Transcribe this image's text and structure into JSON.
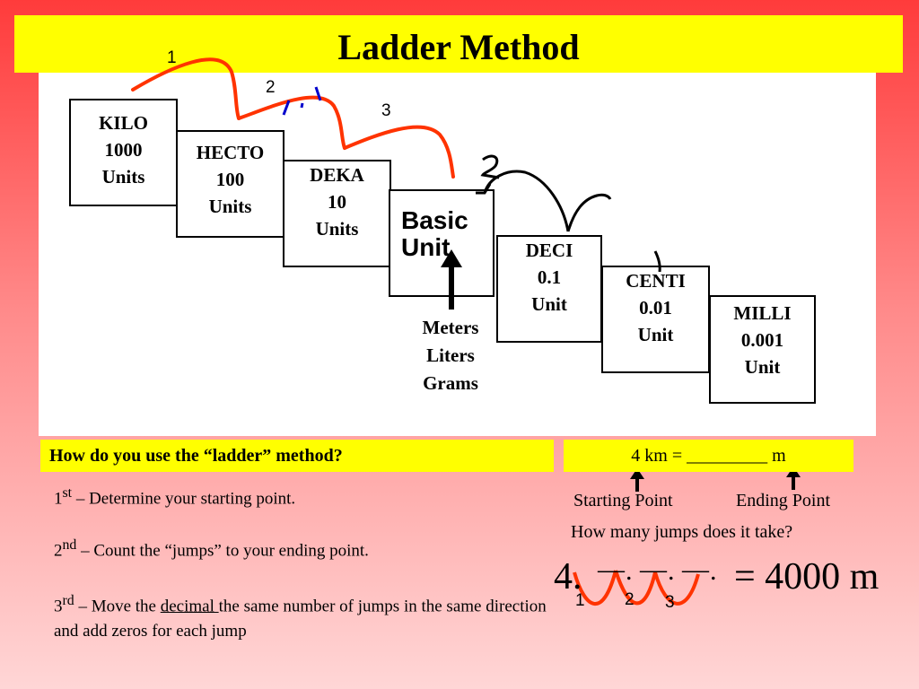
{
  "title": "Ladder Method",
  "steps": [
    {
      "prefix": "KILO",
      "value": "1000",
      "unit": "Units"
    },
    {
      "prefix": "HECTO",
      "value": "100",
      "unit": "Units"
    },
    {
      "prefix": "DEKA",
      "value": "10",
      "unit": "Units"
    },
    {
      "prefix": "DECI",
      "value": "0.1",
      "unit": "Unit"
    },
    {
      "prefix": "CENTI",
      "value": "0.01",
      "unit": "Unit"
    },
    {
      "prefix": "MILLI",
      "value": "0.001",
      "unit": "Unit"
    }
  ],
  "basic_unit": {
    "line1": "Basic",
    "line2": "Unit"
  },
  "base_units": [
    "Meters",
    "Liters",
    "Grams"
  ],
  "jump_numbers": [
    "1",
    "2",
    "3"
  ],
  "question": "How do you use the “ladder” method?",
  "problem": "4 km = _________ m",
  "instructions": {
    "step1": {
      "num": "1",
      "sup": "st",
      "text": " – Determine your starting point."
    },
    "step2": {
      "num": "2",
      "sup": "nd",
      "text": " – Count the “jumps” to your ending point."
    },
    "step3": {
      "num": "3",
      "sup": "rd",
      "pre": " – Move the ",
      "underlined": "decimal ",
      "post": "the same number of jumps in the same direction and add zeros for each jump"
    }
  },
  "starting_point": "Starting Point",
  "ending_point": "Ending Point",
  "how_many": "How many jumps does it take?",
  "answer": {
    "lead": "4.",
    "dash": "—",
    "dot": ".",
    "result": "= 4000 m"
  },
  "colors": {
    "title_bg": "#ffff00",
    "jump_arc": "#ff3300",
    "annotation": "#0000cc"
  }
}
